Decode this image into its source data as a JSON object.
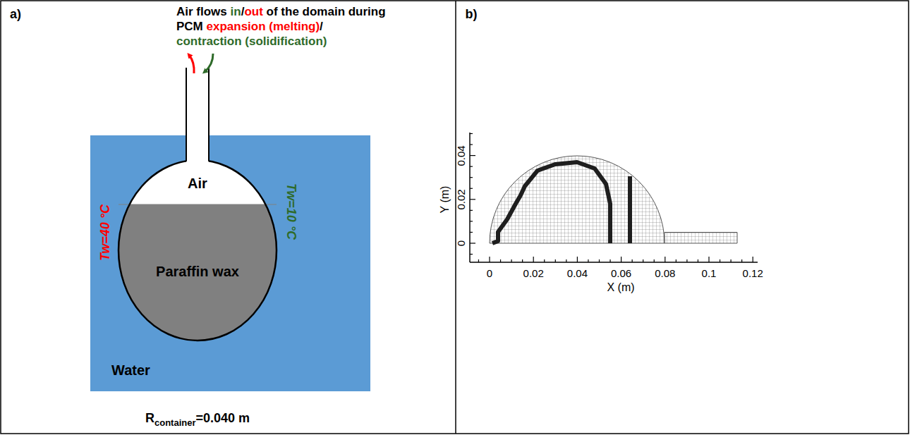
{
  "diagram": {
    "nodes": [
      {
        "text": [
          "Water"
        ]
      },
      {
        "text": [
          "Air"
        ],
        "in": 0
      },
      {
        "text": [
          "Paraffin wax"
        ],
        "in": 0
      }
    ],
    "labels": [
      "a)",
      "Air flows",
      "in",
      "/",
      "out",
      "of the domain during PCM",
      "expansion (melting)",
      "/",
      "contraction (solidification)",
      "Tw=40 °C",
      "Tw=10 °C",
      "R",
      "container",
      "=0.040 m",
      "b)",
      "0.04",
      "0.02",
      "0",
      "Y (m)",
      "0",
      "0.02",
      "0.04",
      "0.06",
      "0.08",
      "0.1",
      "0.12",
      "X (m)"
    ]
  }
}
